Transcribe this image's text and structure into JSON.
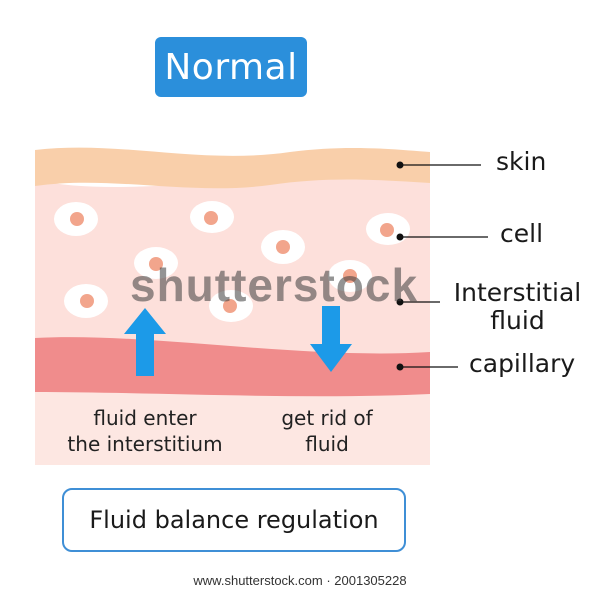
{
  "title": "Normal",
  "labels": {
    "skin": "skin",
    "cell": "cell",
    "interstitial_line1": "Interstitial",
    "interstitial_line2": "fluid",
    "capillary": "capillary"
  },
  "captions": {
    "enter_line1": "fluid enter",
    "enter_line2": "the interstitium",
    "rid_line1": "get rid of",
    "rid_line2": "fluid"
  },
  "footer": "Fluid balance regulation",
  "credit": "www.shutterstock.com · 2001305228",
  "watermark": "shutterstock",
  "colors": {
    "title_bg": "#2b8fdb",
    "skin_layer": "#f9cfaa",
    "tissue": "#fde0db",
    "capillary": "#f08c8c",
    "cell_nucleus": "#f2a58c",
    "arrow": "#1c9ae8",
    "footer_border": "#3f8fd6"
  },
  "icons": [
    "arrow-up-icon",
    "arrow-down-icon"
  ]
}
